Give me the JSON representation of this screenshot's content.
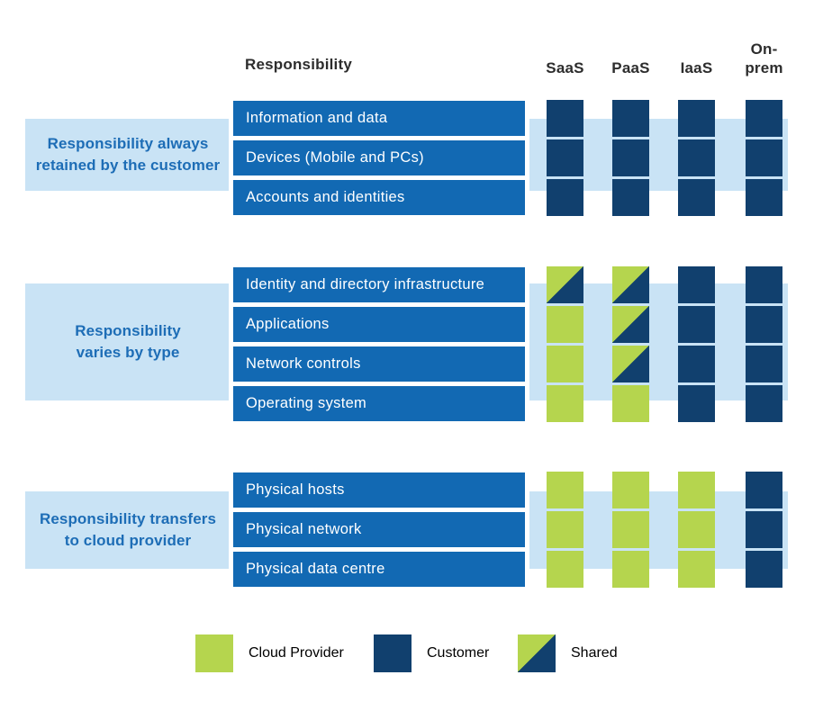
{
  "title_header": {
    "responsibility": "Responsibility"
  },
  "columns": [
    {
      "id": "saas",
      "label_lines": [
        "SaaS"
      ]
    },
    {
      "id": "paas",
      "label_lines": [
        "PaaS"
      ]
    },
    {
      "id": "iaas",
      "label_lines": [
        "IaaS"
      ]
    },
    {
      "id": "onprem",
      "label_lines": [
        "On-",
        "prem"
      ]
    }
  ],
  "sections": [
    {
      "label_lines": [
        "Responsibility always",
        "retained by the customer"
      ],
      "rows": [
        {
          "label": "Information and data",
          "cells": [
            "customer",
            "customer",
            "customer",
            "customer"
          ]
        },
        {
          "label": "Devices (Mobile and PCs)",
          "cells": [
            "customer",
            "customer",
            "customer",
            "customer"
          ]
        },
        {
          "label": "Accounts and identities",
          "cells": [
            "customer",
            "customer",
            "customer",
            "customer"
          ]
        }
      ]
    },
    {
      "label_lines": [
        "Responsibility",
        "varies by type"
      ],
      "rows": [
        {
          "label": "Identity and directory infrastructure",
          "cells": [
            "shared",
            "shared",
            "customer",
            "customer"
          ]
        },
        {
          "label": "Applications",
          "cells": [
            "provider",
            "shared",
            "customer",
            "customer"
          ]
        },
        {
          "label": "Network controls",
          "cells": [
            "provider",
            "shared",
            "customer",
            "customer"
          ]
        },
        {
          "label": "Operating system",
          "cells": [
            "provider",
            "provider",
            "customer",
            "customer"
          ]
        }
      ]
    },
    {
      "label_lines": [
        "Responsibility transfers",
        "to cloud provider"
      ],
      "rows": [
        {
          "label": "Physical hosts",
          "cells": [
            "provider",
            "provider",
            "provider",
            "customer"
          ]
        },
        {
          "label": "Physical network",
          "cells": [
            "provider",
            "provider",
            "provider",
            "customer"
          ]
        },
        {
          "label": "Physical data centre",
          "cells": [
            "provider",
            "provider",
            "provider",
            "customer"
          ]
        }
      ]
    }
  ],
  "legend": [
    {
      "label": "Cloud Provider",
      "type": "provider"
    },
    {
      "label": "Customer",
      "type": "customer"
    },
    {
      "label": "Shared",
      "type": "shared"
    }
  ],
  "colors": {
    "cloud_provider_green": "#b5d54e",
    "customer_navy": "#11406e",
    "row_bar_blue": "#1269b3",
    "band_light_blue": "#c9e3f5",
    "section_label_blue": "#1d6db6",
    "heading_text": "#2d2d2d"
  }
}
